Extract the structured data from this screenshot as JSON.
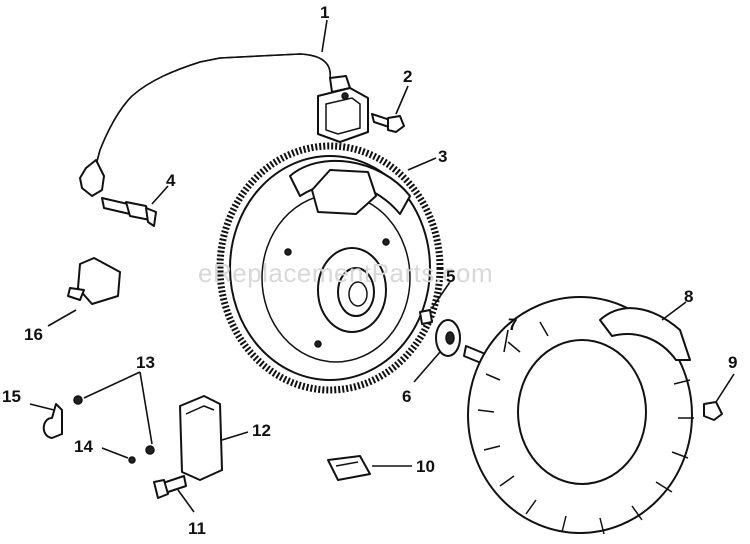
{
  "watermark": "eReplacementParts.com",
  "callouts": [
    {
      "id": "1",
      "label": "1"
    },
    {
      "id": "2",
      "label": "2"
    },
    {
      "id": "3",
      "label": "3"
    },
    {
      "id": "4",
      "label": "4"
    },
    {
      "id": "5",
      "label": "5"
    },
    {
      "id": "6",
      "label": "6"
    },
    {
      "id": "7",
      "label": "7"
    },
    {
      "id": "8",
      "label": "8"
    },
    {
      "id": "9",
      "label": "9"
    },
    {
      "id": "10",
      "label": "10"
    },
    {
      "id": "11",
      "label": "11"
    },
    {
      "id": "12",
      "label": "12"
    },
    {
      "id": "13",
      "label": "13"
    },
    {
      "id": "14",
      "label": "14"
    },
    {
      "id": "15",
      "label": "15"
    },
    {
      "id": "16",
      "label": "16"
    }
  ]
}
